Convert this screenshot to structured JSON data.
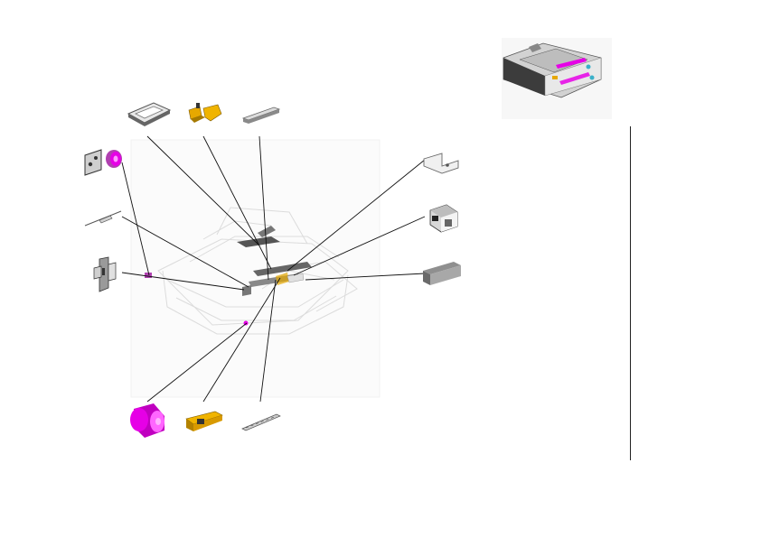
{
  "colors": {
    "background": "#ffffff",
    "leader_line": "#111111",
    "ghost_outline": "#dcdcdc",
    "metal_light": "#e6e6e6",
    "metal_mid": "#b9b9b9",
    "metal_dark": "#4a4a4a",
    "magenta_part": "#e600e6",
    "orange_part": "#e6a800",
    "cyan_accent": "#3ab0c8"
  },
  "parts": [
    {
      "id": "frame-bracket",
      "icon": "frame-bracket-icon"
    },
    {
      "id": "orange-lever",
      "icon": "orange-lever-icon"
    },
    {
      "id": "rail-plate",
      "icon": "rail-plate-icon"
    },
    {
      "id": "roller-bracket",
      "icon": "roller-bracket-icon"
    },
    {
      "id": "spring-pin",
      "icon": "spring-pin-icon"
    },
    {
      "id": "latch-hinge",
      "icon": "latch-hinge-icon"
    },
    {
      "id": "magenta-roller",
      "icon": "magenta-roller-icon"
    },
    {
      "id": "orange-guide",
      "icon": "orange-guide-icon"
    },
    {
      "id": "guide-strip",
      "icon": "guide-strip-icon"
    },
    {
      "id": "bent-plate",
      "icon": "bent-plate-icon"
    },
    {
      "id": "sensor-block",
      "icon": "sensor-block-icon"
    },
    {
      "id": "gray-pad",
      "icon": "gray-pad-icon"
    }
  ]
}
